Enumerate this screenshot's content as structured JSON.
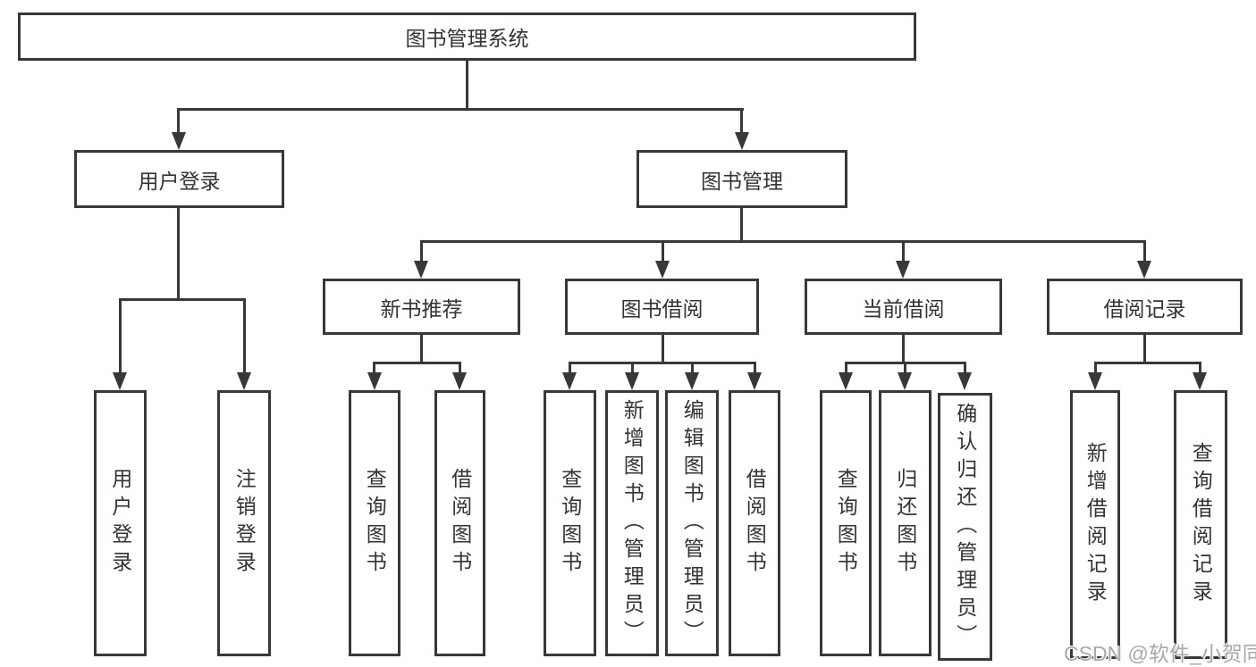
{
  "tree": {
    "root": {
      "label": "图书管理系统"
    },
    "branches": [
      {
        "label": "用户登录",
        "children": [
          {
            "label": "用户登录"
          },
          {
            "label": "注销登录"
          }
        ]
      },
      {
        "label": "图书管理",
        "groups": [
          {
            "label": "新书推荐",
            "children": [
              {
                "label": "查询图书"
              },
              {
                "label": "借阅图书"
              }
            ]
          },
          {
            "label": "图书借阅",
            "children": [
              {
                "label": "查询图书"
              },
              {
                "label": "新增图书（管理员）"
              },
              {
                "label": "编辑图书（管理员）"
              },
              {
                "label": "借阅图书"
              }
            ]
          },
          {
            "label": "当前借阅",
            "children": [
              {
                "label": "查询图书"
              },
              {
                "label": "归还图书"
              },
              {
                "label": "确认归还（管理员）"
              }
            ]
          },
          {
            "label": "借阅记录",
            "children": [
              {
                "label": "新增借阅记录"
              },
              {
                "label": "查询借阅记录"
              }
            ]
          }
        ]
      }
    ]
  },
  "watermark": "CSDN @软件_小贺同学",
  "colors": {
    "line": "#383838",
    "box_border": "#383838",
    "box_fill": "#ffffff",
    "text": "#333333",
    "watermark": "#a9a9a9",
    "background": "#ffffff"
  }
}
